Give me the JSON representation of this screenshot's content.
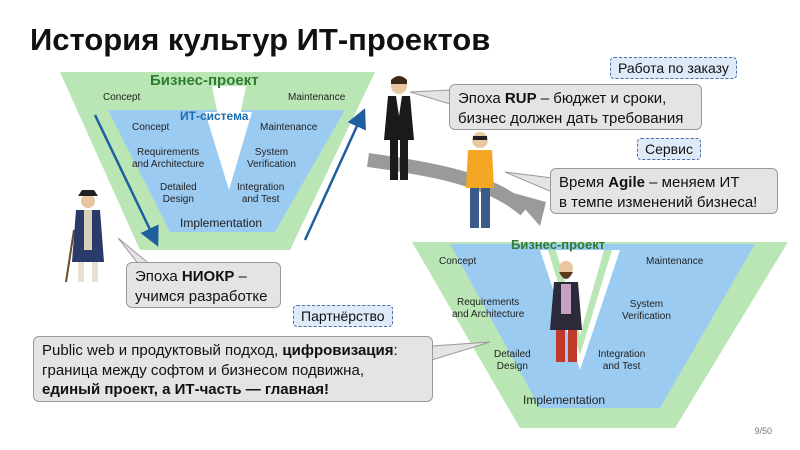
{
  "title": "История культур ИТ-проектов",
  "v1": {
    "outer_title": "Бизнес-проект",
    "inner_title": "ИТ-система",
    "outer_left": "Concept",
    "outer_right": "Maintenance",
    "inner_concept": "Concept",
    "inner_maintenance": "Maintenance",
    "requirements": "Requirements\nand Architecture",
    "verification": "System\nVerification",
    "design": "Detailed\nDesign",
    "integration": "Integration\nand Test",
    "implementation": "Implementation"
  },
  "v2": {
    "outer_title": "Бизнес-проект",
    "concept": "Concept",
    "maintenance": "Maintenance",
    "requirements": "Requirements\nand Architecture",
    "verification": "System\nVerification",
    "design": "Detailed\nDesign",
    "integration": "Integration\nand Test",
    "implementation": "Implementation"
  },
  "bubbles": {
    "niokr_pre": "Эпоха ",
    "niokr_bold": "НИОКР",
    "niokr_post": " –",
    "niokr_line2": "учимся разработке",
    "rup_pre": "Эпоха ",
    "rup_bold": "RUP",
    "rup_post": " – бюджет и сроки,",
    "rup_line2": "бизнес должен дать требования",
    "agile_pre": "Время ",
    "agile_bold": "Agile",
    "agile_post": " – меняем ИТ",
    "agile_line2": "в темпе изменений бизнеса!",
    "web_pre": "Public web и продуктовый подход, ",
    "web_bold": "цифровизация",
    "web_post": ":",
    "web_line2": "граница между софтом и бизнесом подвижна,",
    "web_line3": "единый проект, а ИТ-часть — главная!"
  },
  "tags": {
    "order": "Работа по заказу",
    "service": "Сервис",
    "partner": "Партнёрство"
  },
  "page": "9/50",
  "colors": {
    "outer_green": "#b9e6b4",
    "inner_blue": "#9ccbf2",
    "arrow_blue": "#1f5fa0",
    "gray_arrow": "#9a9a9a"
  }
}
